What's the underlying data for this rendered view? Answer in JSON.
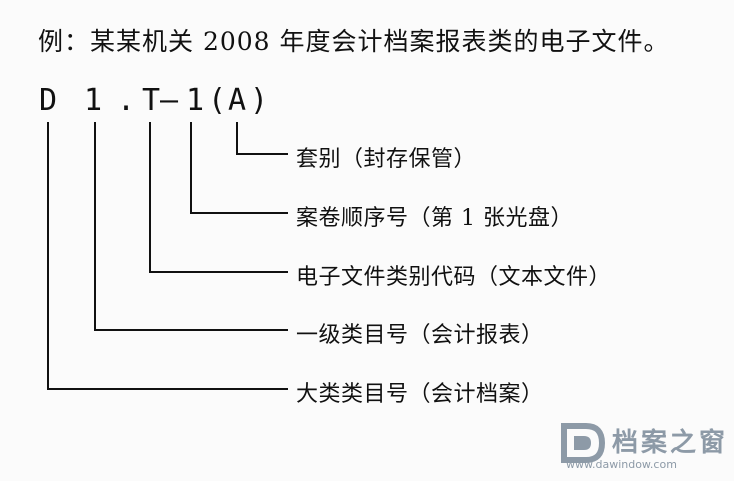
{
  "title": "例：某某机关 2008 年度会计档案报表类的电子文件。",
  "code": {
    "parts": [
      "D",
      "1",
      ".",
      "T",
      "—",
      "1",
      "(",
      "A",
      ")"
    ]
  },
  "labels": [
    "套别（封存保管）",
    "案卷顺序号（第 1 张光盘）",
    "电子文件类别代码（文本文件）",
    "一级类目号（会计报表）",
    "大类类目号（会计档案）"
  ],
  "watermark": {
    "name": "档案之窗",
    "url": "www.dawindow.com"
  },
  "colors": {
    "ink": "#111111",
    "watermark": "#8d9aa7"
  }
}
